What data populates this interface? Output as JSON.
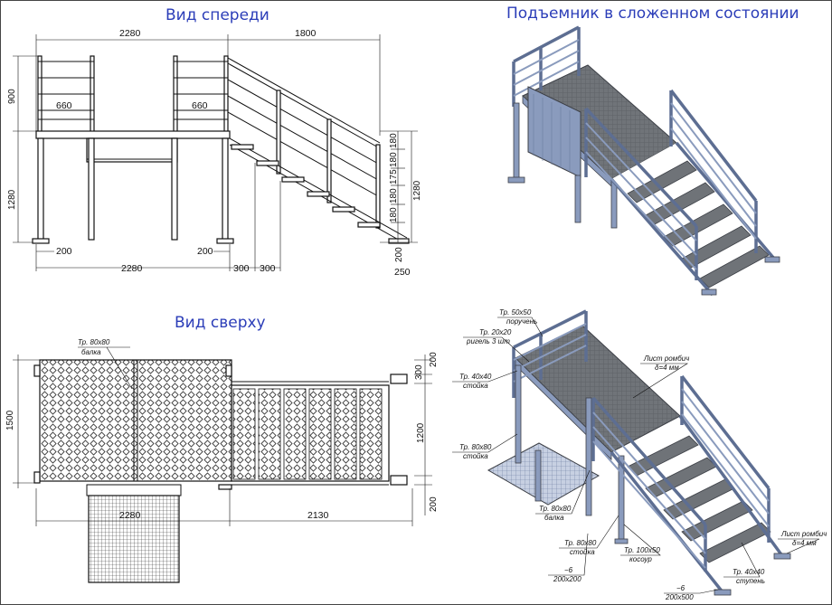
{
  "titles": {
    "front": "Вид спереди",
    "top": "Вид сверху",
    "folded": "Подъемник в сложенном состоянии"
  },
  "front": {
    "width_left": "2280",
    "width_right": "1800",
    "rail_height": "900",
    "platform_height": "1280",
    "rail_panel_left": "660",
    "rail_panel_right": "660",
    "foot_left": "200",
    "foot_mid": "200",
    "base_width": "2280",
    "step_a": "300",
    "step_b": "300",
    "stair_rise_1": "180",
    "stair_rise_2": "180",
    "stair_rise_3": "175",
    "stair_rise_4": "180",
    "stair_rise_5": "180",
    "stair_total": "1280",
    "stair_foot_h": "200",
    "stair_foot_w": "250"
  },
  "top": {
    "beam_label_1": "Тр. 80х80",
    "beam_label_2": "балка",
    "depth_total": "1500",
    "width_left": "2280",
    "width_right": "2130",
    "right_300": "300",
    "right_200_top": "200",
    "right_1200": "1200",
    "right_200_bottom": "200"
  },
  "iso": {
    "handrail_1": "Тр. 50х50",
    "handrail_2": "поручень",
    "rigel_1": "Тр. 20х20",
    "rigel_2": "ригель 3 шт",
    "post_1": "Тр. 40х40",
    "post_2": "стойка",
    "column_1": "Тр. 80х80",
    "column_2": "стойка",
    "sheet_1": "Лист ромбич",
    "sheet_2": "δ=4 мм",
    "beam_1": "Тр. 80х80",
    "beam_2": "балка",
    "post80_1": "Тр. 80х80",
    "post80_2": "стойка",
    "kosour_1": "Тр. 100х50",
    "kosour_2": "косоур",
    "plate1_1": "−6",
    "plate1_2": "200х200",
    "plate2_1": "−6",
    "plate2_2": "200х500",
    "step_1": "Тр. 40х40",
    "step_2": "ступень",
    "sheet2_1": "Лист ромбич",
    "sheet2_2": "δ=4 мм"
  },
  "colors": {
    "steel": "#8a9bbd",
    "steel_dark": "#5d6e92",
    "deck": "#6f7378",
    "title": "#2b3db8"
  }
}
